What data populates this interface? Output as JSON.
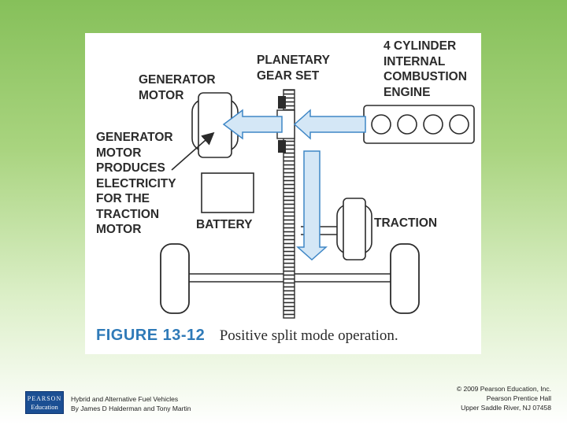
{
  "figure": {
    "labels": {
      "generator_motor": "GENERATOR\nMOTOR",
      "planetary_gear_set": "PLANETARY\nGEAR SET",
      "engine": "4 CYLINDER\nINTERNAL\nCOMBUSTION\nENGINE",
      "generator_note": "GENERATOR\nMOTOR\nPRODUCES\nELECTRICITY\nFOR THE\nTRACTION\nMOTOR",
      "battery": "BATTERY",
      "traction": "TRACTION"
    },
    "caption_number": "FIGURE 13-12",
    "caption_title": "Positive split mode operation.",
    "colors": {
      "arrow_fill": "#d4e7f6",
      "arrow_stroke": "#3f87c6",
      "line": "#2b2b2b",
      "caption_blue": "#2f7ab8"
    }
  },
  "footer": {
    "logo_line1": "PEARSON",
    "logo_line2": "Education",
    "book_title": "Hybrid and Alternative Fuel Vehicles",
    "book_authors": "By James D Halderman and Tony Martin",
    "copyright_line1": "© 2009 Pearson Education, Inc.",
    "copyright_line2": "Pearson Prentice Hall",
    "copyright_line3": "Upper Saddle River, NJ 07458"
  }
}
